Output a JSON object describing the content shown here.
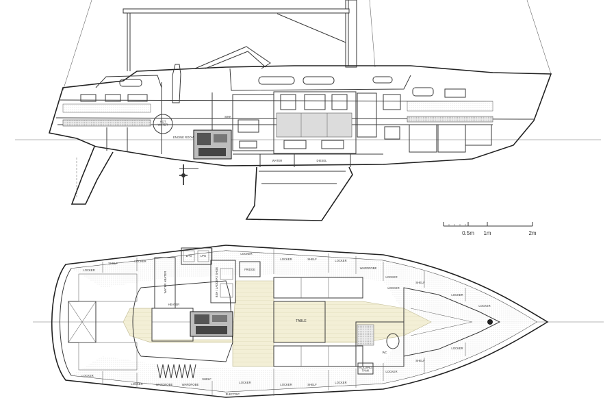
{
  "profile": {
    "labels": {
      "hot_water": "HOT\nWATER",
      "engine_room": "ENGINE ROOM",
      "sink": "SINK",
      "water": "WATER",
      "diesel": "DIESEL"
    }
  },
  "scale_bar": {
    "ticks": [
      "0.5m",
      "1m",
      "2m"
    ]
  },
  "plan": {
    "labels": {
      "locker_1": "LOCKER",
      "shelf_1": "SHELF",
      "locker_2": "LOCKER",
      "water_heater": "WATER HEATER",
      "lpg_1": "LPG",
      "lpg_2": "LPG",
      "locker_3": "LOCKER",
      "locker_4": "LOCKER",
      "shelf_2": "SHELF",
      "locker_5": "LOCKER",
      "wardrobe_1": "WARDROBE",
      "locker_6": "LOCKER",
      "shelf_3": "SHELF",
      "locker_7": "LOCKER",
      "locker_8": "LOCKER",
      "heater": "HEATER",
      "table": "TABLE",
      "wc": "WC",
      "holding_tank": "HOLDING\nTANK",
      "locker_9": "LOCKER",
      "locker_10": "LOCKER",
      "wardrobe_2": "WARDROBE",
      "wardrobe_3": "WARDROBE",
      "shelf_4": "SHELF",
      "locker_11": "LOCKER",
      "electric": "ELECTRIC",
      "locker_12": "LOCKER",
      "shelf_5": "SHELF",
      "locker_13": "LOCKER",
      "locker_14": "LOCKER",
      "shelf_6": "SHELF",
      "locker_15": "LOCKER",
      "bsh_ladder": "BSH / LADDER / SHOE",
      "fridge": "FRIDGE",
      "locker_16": "LOCKER"
    }
  }
}
